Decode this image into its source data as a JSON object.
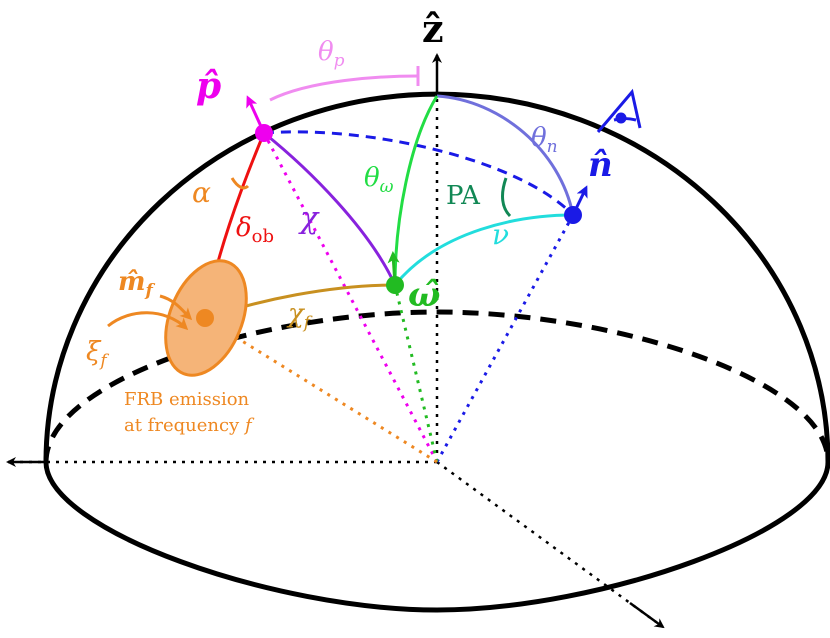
{
  "labels": {
    "z_axis": "ẑ",
    "p_vector": "p̂",
    "n_vector": "n̂",
    "omega_vector": "ω̂",
    "m_f": "m̂",
    "m_f_sub": "f",
    "theta_p": "θ",
    "theta_p_sub": "p",
    "theta_n": "θ",
    "theta_n_sub": "n",
    "theta_omega": "θ",
    "theta_omega_sub": "ω",
    "pa": "PA",
    "nu": "ν",
    "alpha": "α",
    "chi": "χ",
    "chi_f": "χ",
    "chi_f_sub": "f",
    "delta_ob": "δ",
    "delta_ob_sub": "ob",
    "xi_f": "ξ",
    "xi_f_sub": "f",
    "emission_line1": "FRB emission",
    "emission_line2": "at frequency",
    "emission_var": "f"
  },
  "colors": {
    "p": "#ee00ee",
    "p_light": "#f08cf0",
    "n": "#1a1ae6",
    "n_light": "#7070dc",
    "omega": "#22bb22",
    "pa": "#118855",
    "nu": "#22dddd",
    "alpha": "#ee8822",
    "chi": "#8822dd",
    "chi_f": "#c89020",
    "delta": "#ee1111",
    "frb": "#ee8822",
    "frb_fill": "#f5b478",
    "axis": "#000000"
  }
}
